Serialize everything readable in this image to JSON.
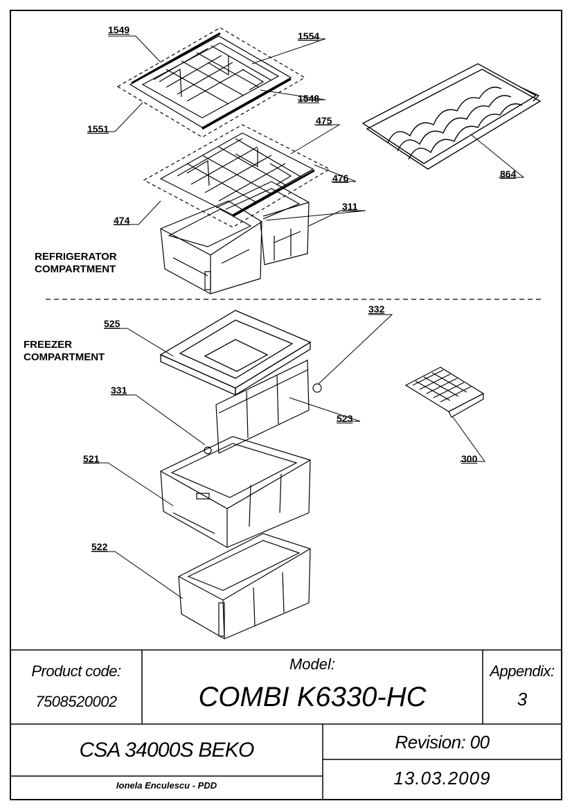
{
  "diagram": {
    "sections": {
      "refrigerator": [
        "REFRIGERATOR",
        "COMPARTMENT"
      ],
      "freezer": [
        "FREEZER",
        "COMPARTMENT"
      ]
    },
    "parts": {
      "p1549": "1549",
      "p1554": "1554",
      "p1548": "1548",
      "p1551": "1551",
      "p475": "475",
      "p476": "476",
      "p474": "474",
      "p311": "311",
      "p864": "864",
      "p332": "332",
      "p525": "525",
      "p331": "331",
      "p523": "523",
      "p521": "521",
      "p522": "522",
      "p300": "300"
    }
  },
  "title_block": {
    "product_code_label": "Product code:",
    "product_code": "7508520002",
    "model_label": "Model:",
    "model": "COMBI K6330-HC",
    "appendix_label": "Appendix:",
    "appendix": "3",
    "csa": "CSA 34000S BEKO",
    "revision": "Revision: 00",
    "author": "Ionela Enculescu - PDD",
    "date": "13.03.2009"
  }
}
